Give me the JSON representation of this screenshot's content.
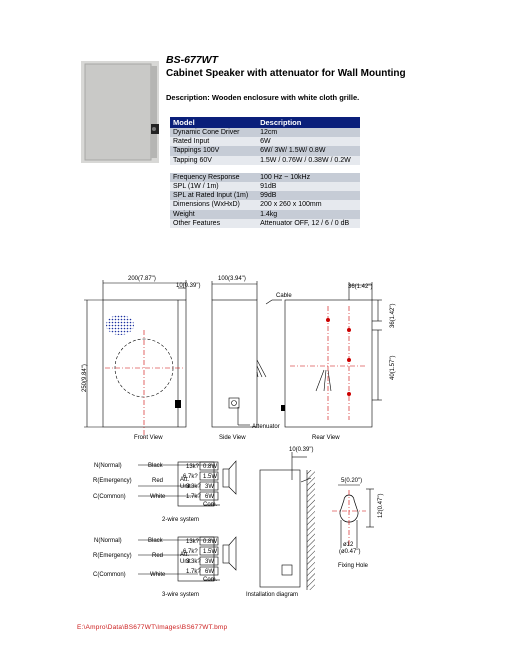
{
  "header": {
    "model": "BS-677WT",
    "subtitle": "Cabinet Speaker with attenuator for Wall Mounting",
    "description": "Description: Wooden enclosure with white cloth grille."
  },
  "spec_table": {
    "headers": [
      "Model",
      "Description"
    ],
    "rows": [
      [
        "Dynamic Cone Driver",
        "12cm"
      ],
      [
        "Rated Input",
        "6W"
      ],
      [
        "Tappings 100V",
        "6W/ 3W/ 1.5W/ 0.8W"
      ],
      [
        "Tapping    60V",
        "1.5W / 0.76W / 0.38W / 0.2W"
      ]
    ],
    "rows2": [
      [
        "Frequency Response",
        "100 Hz ~ 10kHz"
      ],
      [
        "SPL (1W / 1m)",
        "91dB"
      ],
      [
        "SPL at Rated Input (1m)",
        "99dB"
      ],
      [
        "Dimensions (WxHxD)",
        "200 x 260 x 100mm"
      ],
      [
        "Weight",
        "1.4kg"
      ],
      [
        "Other Features",
        "Attenuator OFF, 12 / 6 / 0 dB"
      ]
    ]
  },
  "drawings": {
    "dim_width": "200(7.87\")",
    "dim_10": "10(0.39\")",
    "dim_height": "250(9.84\")",
    "dim_depth": "100(3.94\")",
    "dim_36w": "36(1.42\")",
    "dim_36h": "36(1.42\")",
    "dim_40": "40(1.57\")",
    "cable": "Cable",
    "attenuator": "Attenuator",
    "front_view": "Front View",
    "side_view": "Side View",
    "rear_view": "Rear View",
    "dim_install_10": "10(0.39\")",
    "dim_5": "5(0.20\")",
    "dim_12": "12(0.47\")",
    "dim_phi12": "ø12",
    "dim_phi047": "(ø0.47\")",
    "fixing_hole": "Fixing Hole",
    "installation_diagram": "Installation diagram"
  },
  "wiring": {
    "n_normal": "N(Normal)",
    "black": "Black",
    "r_emergency": "R(Emergency)",
    "red": "Red",
    "c_common": "C(Common)",
    "white": "White",
    "att": "Att.",
    "unit": "Unit",
    "tap1": "13k?",
    "tap1w": "0.8W",
    "tap2": "6.7k?",
    "tap2w": "1.5W",
    "tap3": "3.3k?",
    "tap3w": "3W",
    "tap4": "1.7k?",
    "tap4w": "6W",
    "com": "Com.",
    "system2": "2-wire system",
    "system3": "3-wire system"
  },
  "footer": {
    "link": "E:\\Ampro\\Data\\BS677WT\\Images\\BS677WT.bmp"
  }
}
